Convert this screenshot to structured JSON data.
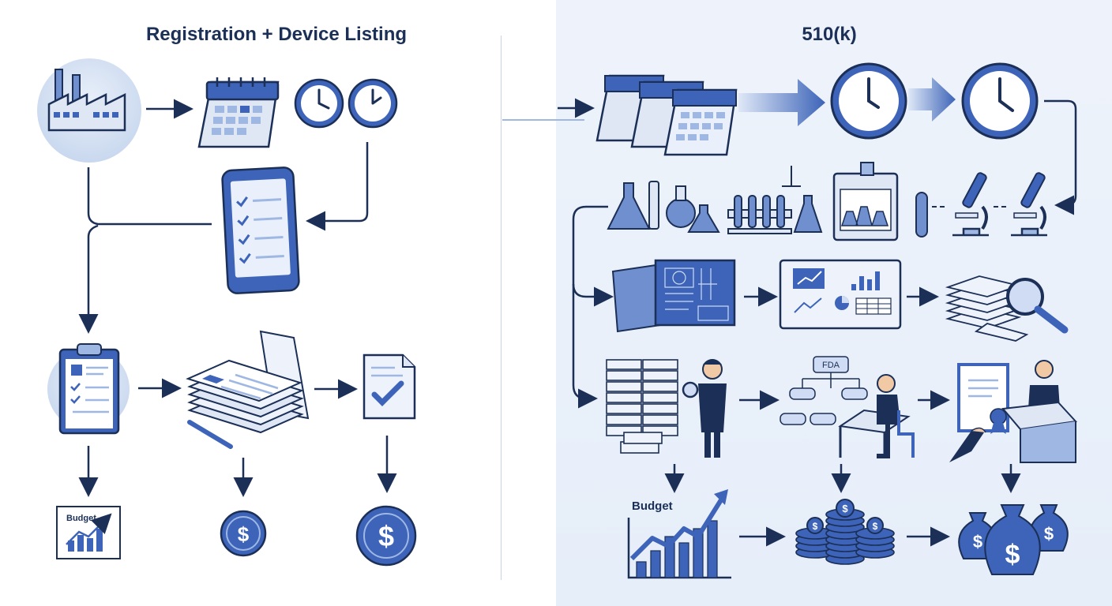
{
  "left_panel": {
    "title": "Registration + Device Listing"
  },
  "right_panel": {
    "title": "510(k)"
  },
  "labels": {
    "budget_small": "Budget",
    "budget_large": "Budget",
    "fda": "FDA",
    "dollar": "$"
  },
  "colors": {
    "navy": "#1b2f57",
    "blue": "#3d64b8",
    "light_blue": "#cfdcf3",
    "pale_blue": "#e9f0fb",
    "right_bg": "#eaf1fb"
  }
}
